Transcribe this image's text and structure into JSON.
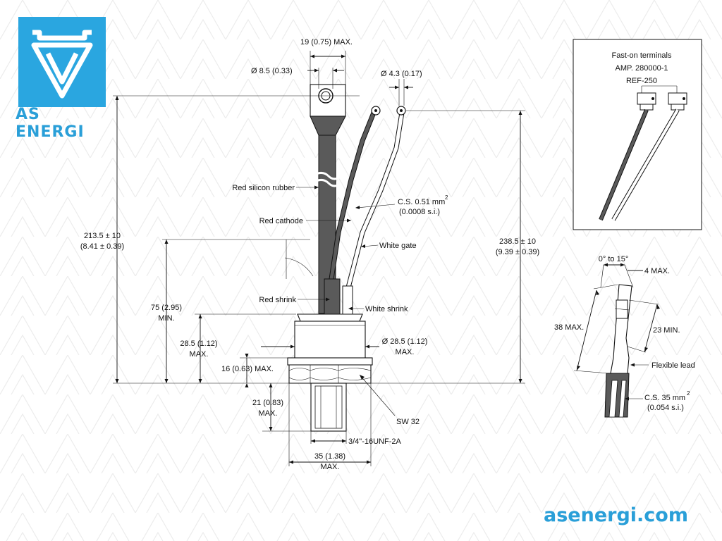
{
  "brand": {
    "name": "AS ENERGI",
    "website": "asenergi.com",
    "accent_color": "#2a9fd8",
    "logo_icon": "stylized-v-shield-icon"
  },
  "drawing": {
    "dims": {
      "top_width_1": "19 (0.75) MAX.",
      "eye_diameter": "Ø 8.5 (0.33)",
      "lug_diameter": "Ø 4.3 (0.17)",
      "overall_cathode_1": "213.5 ± 10",
      "overall_cathode_2": "(8.41 ± 0.39)",
      "overall_gate_1": "238.5 ± 10",
      "overall_gate_2": "(9.39 ± 0.39)",
      "bend_min_1": "75 (2.95)",
      "bend_min_2": "MIN.",
      "housing_height_1": "28.5 (1.12)",
      "housing_height_2": "MAX.",
      "hex_height": "16 (0.63) MAX.",
      "thread_len_1": "21 (0.83)",
      "thread_len_2": "MAX.",
      "housing_dia_1": "Ø 28.5 (1.12)",
      "housing_dia_2": "MAX.",
      "wrench_size": "SW 32",
      "thread_spec": "3/4\"-16UNF-2A",
      "flat_width_1": "35 (1.38)",
      "flat_width_2": "MAX."
    },
    "labels": {
      "red_silicon_rubber": "Red silicon rubber",
      "red_cathode": "Red cathode",
      "cs_small_1": "C.S. 0.51 mm",
      "cs_small_sup": "2",
      "cs_small_2": "(0.0008 s.i.)",
      "white_gate": "White gate",
      "red_shrink": "Red shrink",
      "white_shrink": "White shrink"
    },
    "inset_terminals": {
      "line1": "Fast-on terminals",
      "line2": "AMP. 280000-1",
      "line3": "REF-250"
    },
    "inset_lead": {
      "angle": "0° to 15°",
      "width_max": "4 MAX.",
      "length_max": "38 MAX.",
      "length_min": "23 MIN.",
      "flexible_lead": "Flexible lead",
      "cs_large_1": "C.S. 35 mm",
      "cs_large_sup": "2",
      "cs_large_2": "(0.054 s.i.)"
    }
  }
}
